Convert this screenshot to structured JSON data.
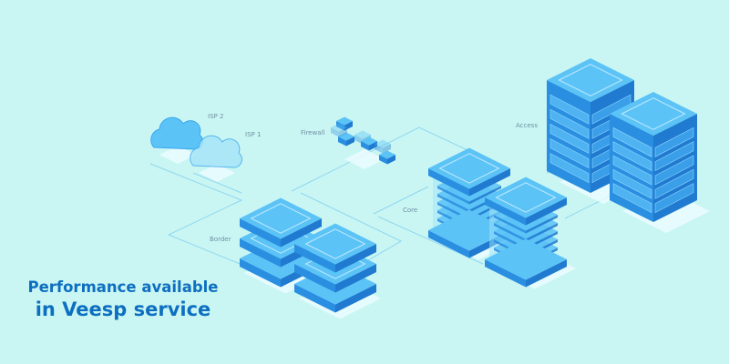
{
  "diagram": {
    "labels": {
      "isp2": "ISP 2",
      "isp1": "ISP 1",
      "firewall": "Firewall",
      "access": "Access",
      "core": "Core",
      "border": "Border"
    },
    "colors": {
      "background": "#c9f6f3",
      "top": "#5cc3f7",
      "left": "#2a8fe0",
      "right": "#1f7ad0",
      "line": "#8fd6f0",
      "headline": "#0e6fc0"
    }
  },
  "headline": {
    "line1": "Performance available",
    "line2": "in Veesp service"
  }
}
